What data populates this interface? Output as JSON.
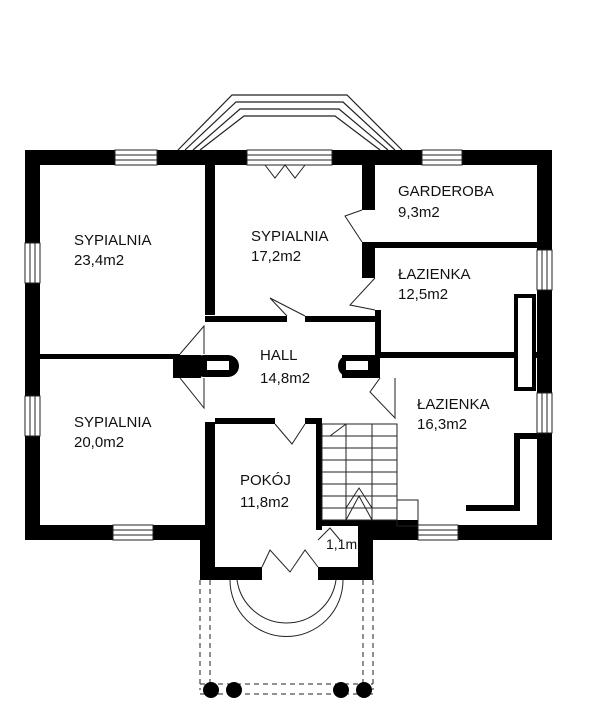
{
  "colors": {
    "wall": "#000000",
    "line": "#222222",
    "background": "#ffffff"
  },
  "rooms": [
    {
      "name": "SYPIALNIA",
      "area": "23,4m2"
    },
    {
      "name": "SYPIALNIA",
      "area": "17,2m2"
    },
    {
      "name": "GARDEROBA",
      "area": "9,3m2"
    },
    {
      "name": "ŁAZIENKA",
      "area": "12,5m2"
    },
    {
      "name": "HALL",
      "area": "14,8m2"
    },
    {
      "name": "SYPIALNIA",
      "area": "20,0m2"
    },
    {
      "name": "ŁAZIENKA",
      "area": "16,3m2"
    },
    {
      "name": "POKÓJ",
      "area": "11,8m2"
    }
  ],
  "small_room": {
    "area": "1,1m"
  }
}
